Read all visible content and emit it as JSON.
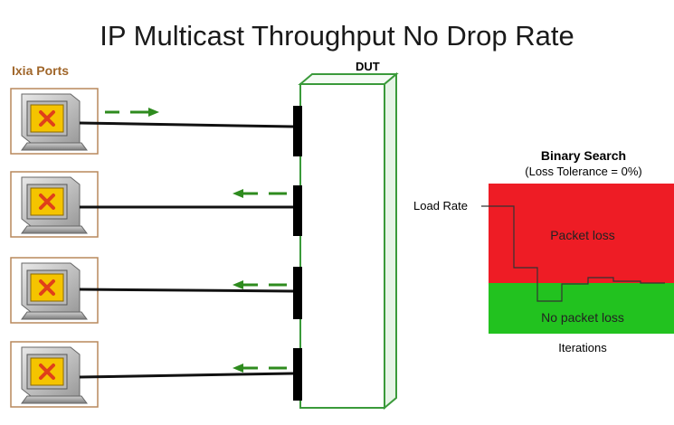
{
  "title": "IP Multicast Throughput No Drop Rate",
  "ports_label": "Ixia Ports",
  "dut_label": "DUT",
  "binary_search": {
    "title": "Binary Search",
    "subtitle": "(Loss Tolerance = 0%)",
    "load_rate_label": "Load Rate",
    "packet_loss_label": "Packet  loss",
    "no_packet_loss_label": "No packet  loss",
    "x_label": "Iterations",
    "colors": {
      "loss": "#ee1c25",
      "no_loss": "#22c21f"
    }
  },
  "ports": [
    {
      "icon": "ixia-port-icon",
      "flow": "outbound"
    },
    {
      "icon": "ixia-port-icon",
      "flow": "inbound"
    },
    {
      "icon": "ixia-port-icon",
      "flow": "inbound"
    },
    {
      "icon": "ixia-port-icon",
      "flow": "inbound"
    }
  ],
  "colors": {
    "port_frame": "#b8885c",
    "port_screen": "#f5c400",
    "port_x": "#e0401a",
    "arrow": "#2e8b1e",
    "dut_outline": "#3a9a3a"
  }
}
